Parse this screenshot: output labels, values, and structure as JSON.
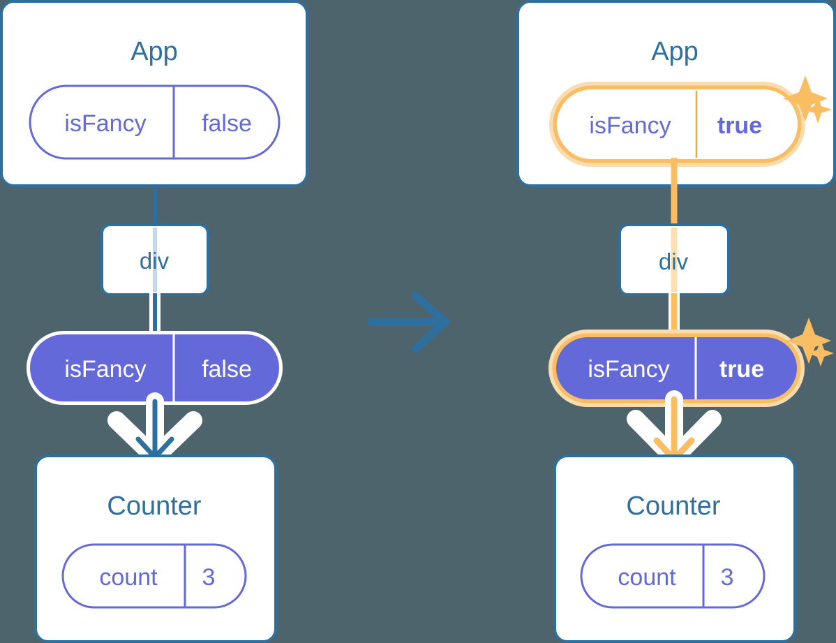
{
  "meta": {
    "title": "React state update propagation diagram",
    "background_color": "#4e646d"
  },
  "colors": {
    "blue": "#2d6f9e",
    "purple": "#6469d9",
    "orange": "#f9bd63",
    "orange_soft": "#fadcae",
    "white": "#ffffff",
    "background": "#4e646d",
    "pale_blue_wire": "#c8d8ec"
  },
  "panels": [
    {
      "id": "before",
      "app": {
        "title": "App",
        "state": {
          "name": "isFancy",
          "value": "false",
          "style": "outline",
          "highlighted": false,
          "bold_value": false
        }
      },
      "div": {
        "label": "div"
      },
      "prop": {
        "name": "isFancy",
        "value": "false",
        "style": "solid",
        "highlighted": false,
        "bold_value": false
      },
      "counter": {
        "title": "Counter",
        "state": {
          "name": "count",
          "value": "3",
          "style": "outline",
          "highlighted": false,
          "bold_value": false
        }
      },
      "sparkles": false,
      "wire_color": "#2d6f9e"
    },
    {
      "id": "after",
      "app": {
        "title": "App",
        "state": {
          "name": "isFancy",
          "value": "true",
          "style": "outline",
          "highlighted": true,
          "bold_value": true
        }
      },
      "div": {
        "label": "div"
      },
      "prop": {
        "name": "isFancy",
        "value": "true",
        "style": "solid",
        "highlighted": true,
        "bold_value": true
      },
      "counter": {
        "title": "Counter",
        "state": {
          "name": "count",
          "value": "3",
          "style": "outline",
          "highlighted": false,
          "bold_value": false
        }
      },
      "sparkles": true,
      "wire_color": "#f9bd63"
    }
  ],
  "transition": {
    "icon": "arrow-right-icon",
    "direction": "right",
    "color": "#2d6f9e"
  }
}
